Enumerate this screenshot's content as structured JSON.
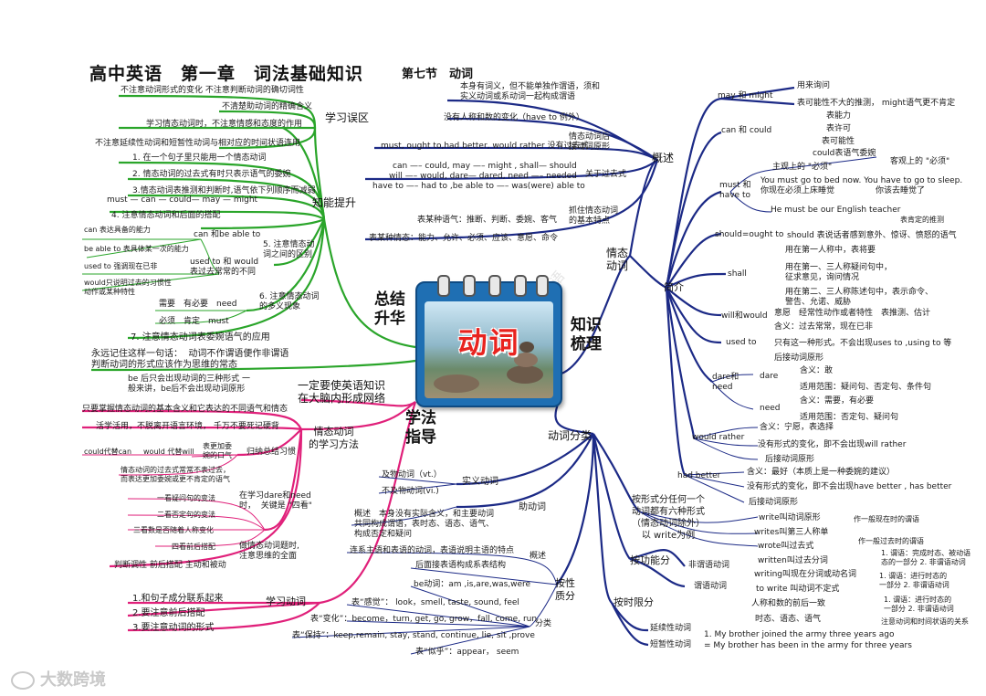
{
  "header": {
    "title": "高中英语　第一章　词法基础知识",
    "section": "第七节　动词"
  },
  "center": {
    "label": "动词"
  },
  "watermark": {
    "logo": "大数跨境"
  },
  "colors": {
    "green": "#2aa52a",
    "navy": "#1c2a86",
    "pink": "#e0207a"
  },
  "hubs": {
    "summary": "总结\n升华",
    "knowledge": "知识\n梳理",
    "method": "学法\n指导"
  },
  "left_top": {
    "study_misc": "学习误区",
    "mis": [
      "不注意动词形式的变化 不注意判断动词的确切词性",
      "不清楚助动词的精确含义",
      "学习情态动词时，不注意情感和态度的作用",
      "不注意延续性动词和短暂性动词与相对应的时间状语连用"
    ],
    "ability": "知能提升",
    "ab": [
      "1. 在一个句子里只能用一个情态动词",
      "2. 情态动词的过去式有时只表示语气的委婉",
      "3.情态动词表推测和判断时,语气依下列顺序而减弱",
      "must — can — could— may — might",
      "4. 注意情态动词和后面的搭配"
    ],
    "diff_title": "5. 注意情态动\n词之间的区别",
    "diff_canbe": "can 和be able to",
    "diff_canbe1": "can 表达具备的能力",
    "diff_canbe2": "be able to 表具体某一次的能力",
    "diff_used": "used to 和 would\n表过去常常的不同",
    "diff_used1": "used to 强调现在已非",
    "diff_used2": "would只说明过去的习惯性\n动作或某种特性",
    "multi_title": "6. 注意情态动词\n的多义现象",
    "multi1": "需要　有必要　need",
    "multi2": "必须　肯定　must",
    "polite": "7. 注意情态动词表委婉语气的应用",
    "remember": "永远记住这样一句话：  动词不作谓语便作非谓语\n判断动词的形式应该作为思维的常态"
  },
  "left_bottom": {
    "tri": "be 后只会出现动词的三种形式 一\n般来讲，be后不会出现动词原形",
    "must_know": "一定要使英语知识\n在大脑内形成网络",
    "modal_method": "情态动词\n的学习方法",
    "m1": "只要掌握情态动词的基本含义和它表达的不同语气和情态",
    "m2": "活学活用，不脱离开语言环境，  千万不要死记硬背",
    "induce": "归纳总结习惯",
    "could_can": "could代替can",
    "would_will": "would 代替will",
    "polite_tone": "表更加委\n婉的口气",
    "past_note": "情态动词的过去式常常不表过去，\n而表达更加委婉或更不肯定的语气",
    "four_title": "在学习dare和need\n时，  关键是 \"四看\"",
    "look1": "一看疑问句的变法",
    "look2": "二看否定句的变法",
    "look3": "三看数是否随着人称变化",
    "look4": "四看前后搭配",
    "modal_exercise": "做情态动词题时,\n注意思维的全面",
    "judge": "判断调性 前后搭配 主动和被动",
    "learn_verbs": "学习动词",
    "lv1": "1.和句子成分联系起来",
    "lv2": "2.要注意前后搭配",
    "lv3": "3.要注意动词的形式"
  },
  "bottom_center": {
    "classify": "动词分类",
    "notional": "实义动词",
    "vt": "及物动词（vt.）",
    "vi": "不及物动词(vi.)",
    "aux": "助动词",
    "aux_desc": "概述　本身没有实际含义，和主要动词\n共同构成谓语，表时态、语态、语气、\n构成否定和疑问",
    "link_desc": "连系主语和表语的动词，表语说明主语的特点",
    "link_follow": "后面接表语构成系表结构",
    "overview": "概述",
    "by_nature": "按性\n质分",
    "be_verbs": "be动词：am ,is,are,was,were",
    "sense": "表“感觉”：  look，smell, taste, sound, feel",
    "change": "表“变化”：become，turn, get, go, grow，fall, come, run",
    "keep": "表“保持”：keep,remain, stay, stand, continue, lie, sit ,prove",
    "seem": "表“似乎”：appear，  seem",
    "classify_short": "分类"
  },
  "right_top": {
    "overview": "概述",
    "desc1": "本身有词义，但不能单独作谓语，须和\n实义动词或系动词一起构成谓语",
    "desc2": "没有人称和数的变化（have to 例外）",
    "form1": "must, ought to,had better, would rather 没有过去式",
    "form1b": "情态动词后\n接动词原形",
    "past_title": "关于过去式",
    "past1": "can —– could, may —– might , shall— should",
    "past2": "will —– would, dare— dared, need —– needed",
    "past3": "have to —– had to ,be able to —– was(were) able to",
    "basic_feat": "抓住情态动词\n的基本特点",
    "mood": "表某种语气：推断、判断、委婉、客气",
    "meaning": "表某种情态：能力、允许、必须、应该、意愿、命令",
    "modal_title": "情态\n动词",
    "intro": "简介"
  },
  "right_modal": {
    "may": "may 和 might",
    "may1": "用来询问",
    "may2": "表可能性不大的推测，  might语气更不肯定",
    "can": "can 和 could",
    "can1": "表能力",
    "can2": "表许可",
    "can3": "表可能性",
    "can4": "could表语气委婉",
    "must": "must 和\nhave to",
    "must_subj": "主观上的 \"必须\"",
    "must_obj": "客观上的 \"必须\"",
    "must_ex": "You must go to bed now. You have to go to sleep.\n你现在必须上床睡觉　　　　　你该去睡觉了",
    "must_sure": "He must be our English teacher",
    "must_sure_note": "表肯定的推测",
    "should": "should=ought to",
    "should1": "should 表说话者感到意外、惊讶、愤怒的语气",
    "shall": "shall",
    "shall1": "用在第一人称中，表将要",
    "shall2": "用在第一、三人称疑问句中，\n征求意见，询问情况",
    "shall3": "用在第二、三人称陈述句中，表示命令、\n警告、允诺、威胁",
    "will": "will和would",
    "will1": "意愿　经常性动作或者特性　表推测、估计",
    "used": "used to",
    "used1": "含义：过去常常，现在已非",
    "used2": "只有这一种形式。不会出现uses to ,using to 等",
    "used3": "后接动词原形",
    "dare_need": "dare和\nneed",
    "dare": "dare",
    "dare1": "含义：敢",
    "dare2": "适用范围：疑问句、否定句、条件句",
    "need": "need",
    "need1": "含义：需要，有必要",
    "need2": "适用范围：否定句、疑问句",
    "rather": "would rather",
    "rather1": "含义：宁愿，表选择",
    "rather2": "没有形式的变化，即不会出现will rather",
    "rather3": "后接动词原形",
    "better": "had better",
    "better1": "含义：最好（本质上是一种委婉的建议）",
    "better2": "没有形式的变化，即不会出现have better , has better",
    "better3": "后接动词原形"
  },
  "right_bottom": {
    "six_forms": "按形式分任何一个\n动词都有六种形式\n（情态动词除外）\n以 write为例",
    "f1": "write叫动词原形",
    "f1n": "作一般现在时的谓语",
    "f2": "writes叫第三人称单",
    "f3": "wrote叫过去式",
    "f3n": "作一般过去时的谓语",
    "f4": "written叫过去分词",
    "f4n": "1. 谓语：完成时态、被动语\n态的一部分 2. 非谓语动词",
    "f5": "writing叫现在分词或动名词",
    "f5n": "1. 谓语：进行时态的\n一部分 2. 非谓语动词",
    "f6": "to write 叫动词不定式",
    "by_func": "按功能分",
    "nonfinite": "非谓语动词",
    "finite": "谓语动词",
    "finite1": "人称和数的前后一致",
    "finite2": "时态、语态、语气",
    "f6n": "1. 谓语：进行时态的\n一部分 2. 非谓语动词",
    "by_time": "按时限分",
    "durative": "延续性动词",
    "momentary": "短暂性动词",
    "ex1": "1. My brother joined the army three years ago",
    "ex2": "= My brother has been in the army for three years",
    "dur_note": "注意动词和时间状语的关系"
  }
}
